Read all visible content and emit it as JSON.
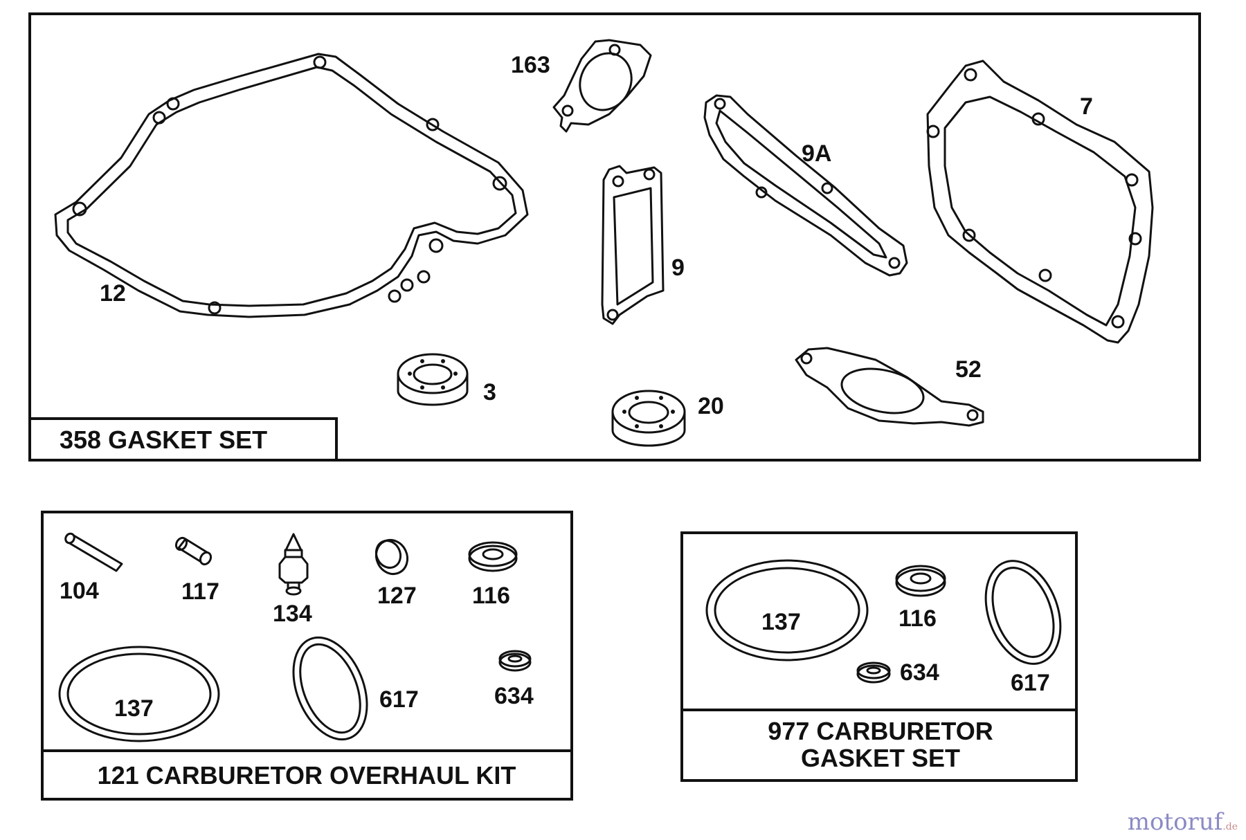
{
  "kits": {
    "gasket_set": {
      "title": "358 GASKET SET",
      "parts": {
        "p12": "12",
        "p163": "163",
        "p9": "9",
        "p9a": "9A",
        "p7": "7",
        "p3": "3",
        "p20": "20",
        "p52": "52"
      }
    },
    "overhaul_kit": {
      "title": "121 CARBURETOR OVERHAUL KIT",
      "parts": {
        "p104": "104",
        "p117": "117",
        "p134": "134",
        "p127": "127",
        "p116": "116",
        "p137": "137",
        "p617": "617",
        "p634": "634"
      }
    },
    "carb_gasket_set": {
      "title_line1": "977 CARBURETOR",
      "title_line2": "GASKET SET",
      "parts": {
        "p137": "137",
        "p116": "116",
        "p634": "634",
        "p617": "617"
      }
    }
  },
  "watermark": {
    "main": "motoruf",
    "ext": ".de"
  }
}
